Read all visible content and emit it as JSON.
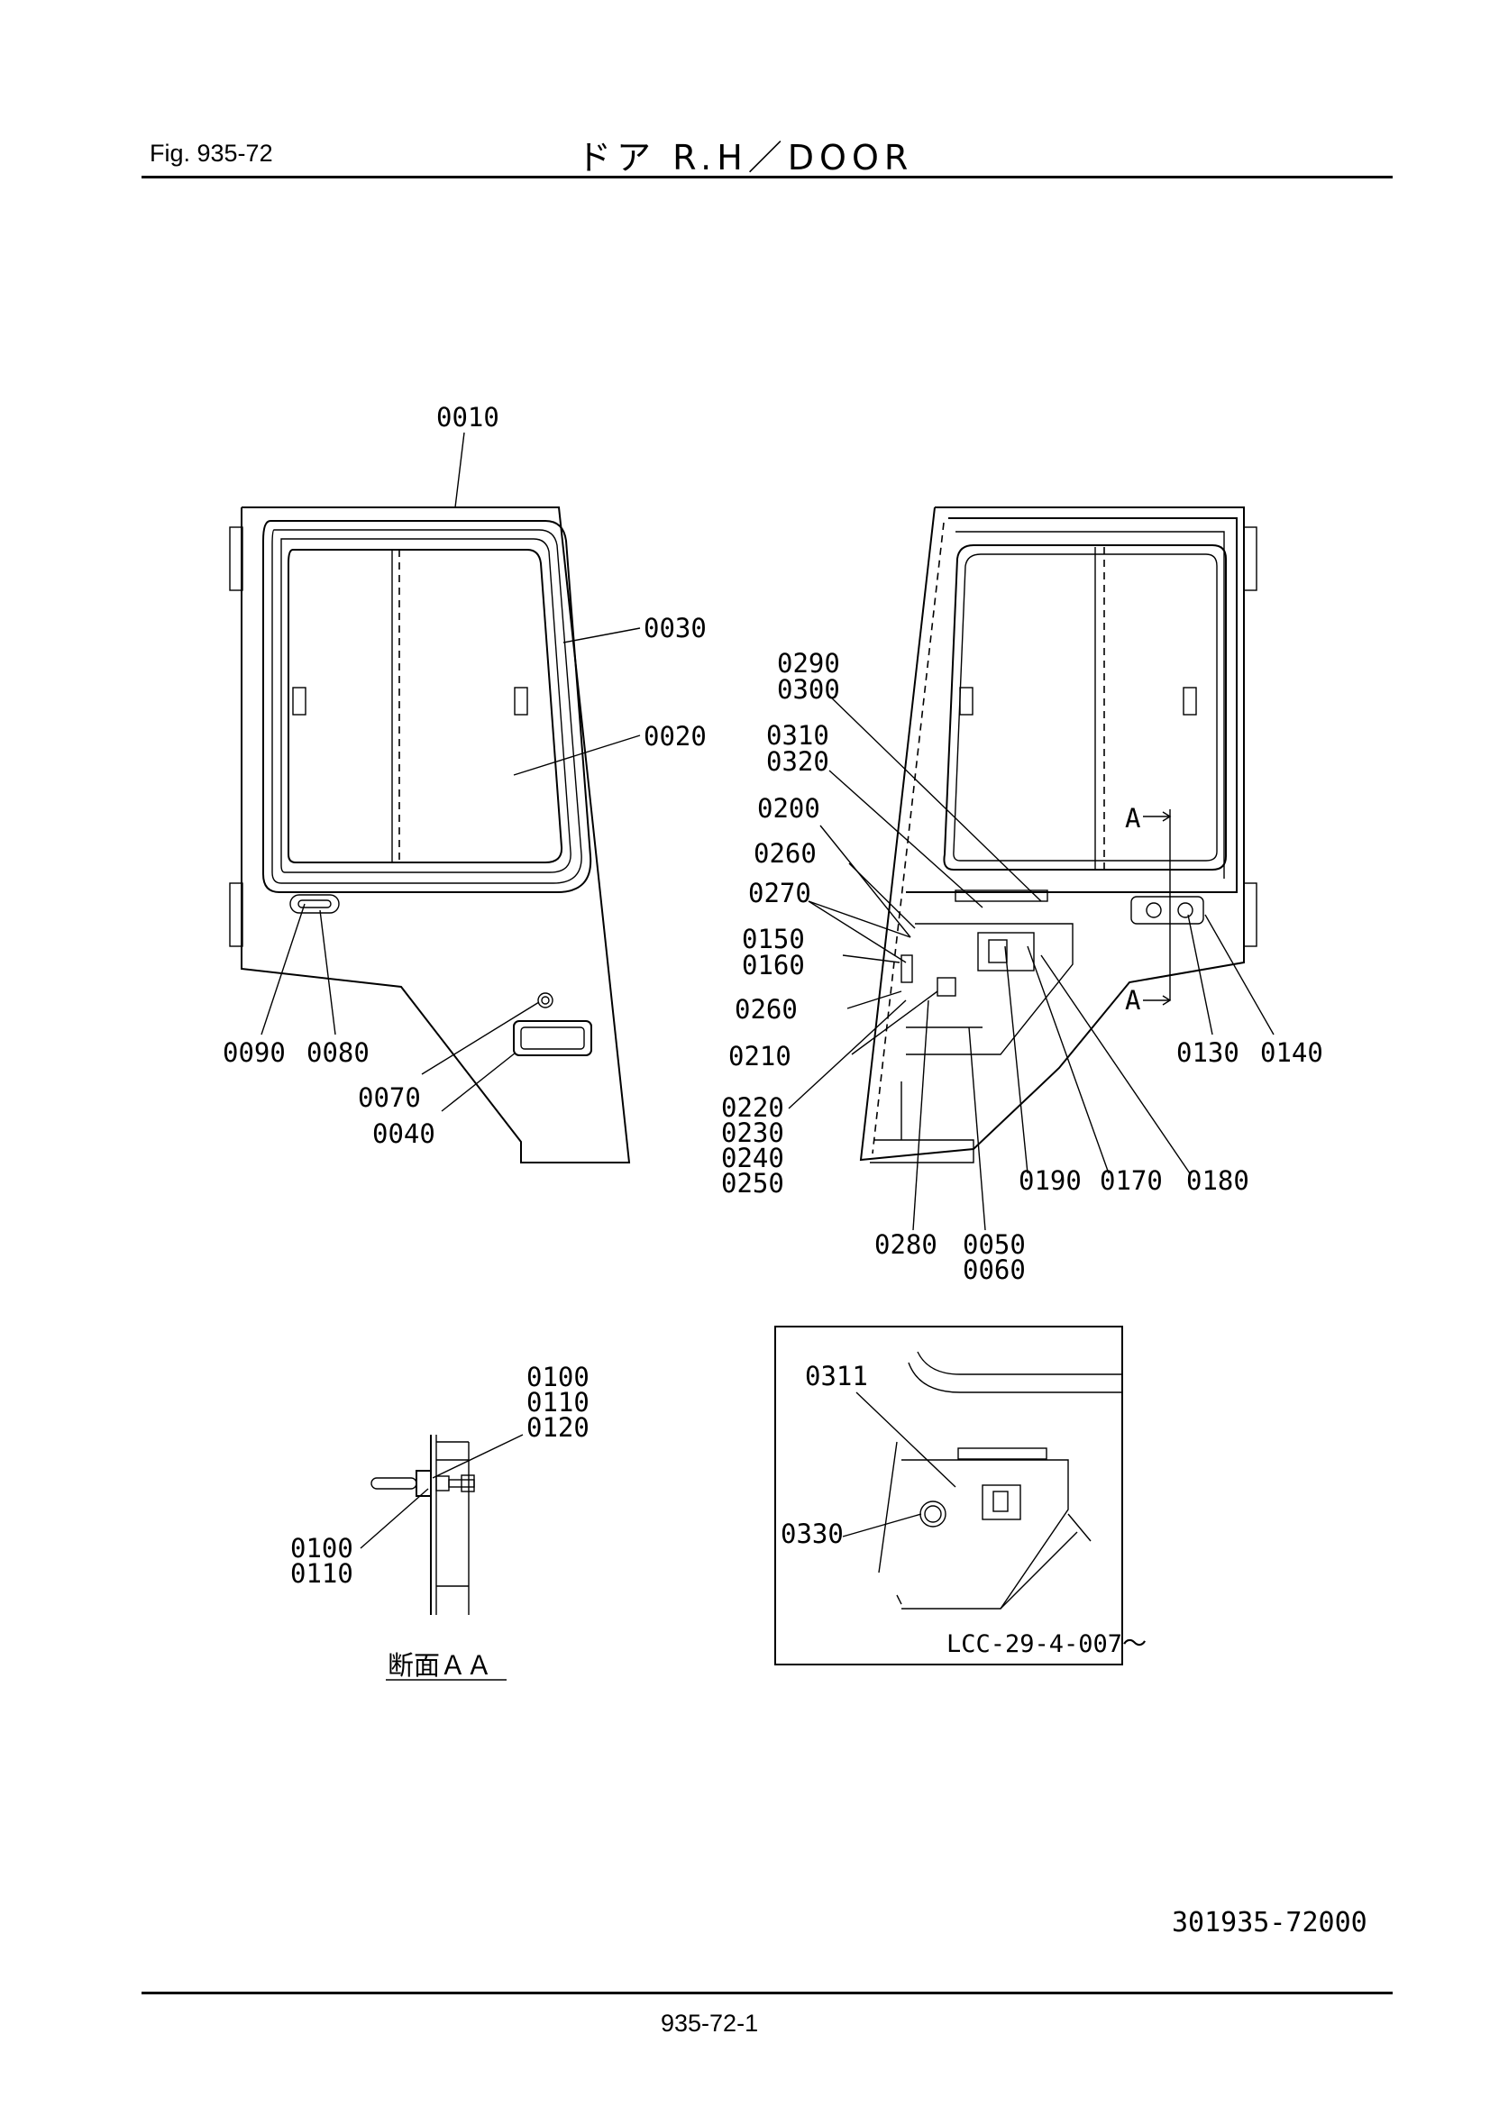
{
  "header": {
    "fig": "Fig.  935-72",
    "title": "ドア R.H／DOOR"
  },
  "footer": {
    "drawing_no": "301935-72000",
    "page": "935-72-1"
  },
  "section_label": "断面ＡＡ",
  "serial_note": "LCC-29-4-007～",
  "section_markers": {
    "top": "A",
    "bottom": "A"
  },
  "callouts": {
    "c0010": "0010",
    "c0030": "0030",
    "c0020": "0020",
    "c0090": "0090",
    "c0080": "0080",
    "c0070": "0070",
    "c0040": "0040",
    "c0290": "0290",
    "c0300": "0300",
    "c0310": "0310",
    "c0320": "0320",
    "c0200": "0200",
    "c0260a": "0260",
    "c0270": "0270",
    "c0150": "0150",
    "c0160": "0160",
    "c0260b": "0260",
    "c0210": "0210",
    "c0220": "0220",
    "c0230": "0230",
    "c0240": "0240",
    "c0250": "0250",
    "c0280": "0280",
    "c0050": "0050",
    "c0060": "0060",
    "c0190": "0190",
    "c0170": "0170",
    "c0180": "0180",
    "c0130": "0130",
    "c0140": "0140",
    "c0100a": "0100",
    "c0110a": "0110",
    "c0120": "0120",
    "c0100b": "0100",
    "c0110b": "0110",
    "c0311": "0311",
    "c0330": "0330"
  }
}
